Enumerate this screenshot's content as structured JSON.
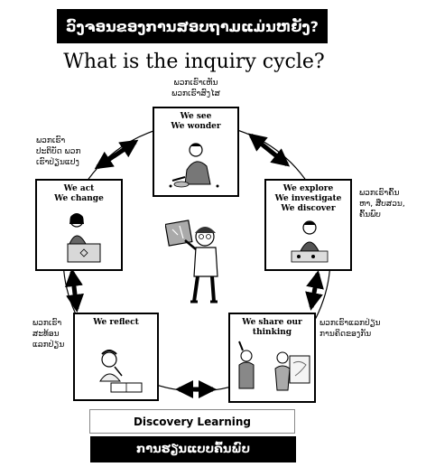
{
  "header": {
    "lao_title": "ວົງຈອນຂອງການສອບຖາມແມ່ນຫຍັງ?",
    "english_title": "What is the inquiry cycle?"
  },
  "stages": [
    {
      "label": "We see\nWe wonder",
      "note": "ພວກເຮົາເຫັນ\nພວກເຮົາສົງໄສ"
    },
    {
      "label": "We explore\nWe investigate\nWe discover",
      "note": "ພວກເຮົາຄົ້ນ\nຫາ, ສືບສວນ,\nຄົ້ນພົບ"
    },
    {
      "label": "We share our\nthinking",
      "note": "ພວກເຮົາແລກປ່ຽນ\nການຄິດຂອງກັນ"
    },
    {
      "label": "We reflect",
      "note": "ພວກເຮົາ\nສະທ້ອນ\nແລກປ່ຽນ"
    },
    {
      "label": "We act\nWe change",
      "note": "ພວກເຮົາ\nປະຕິບັດ ພວກ\nເຮົາປ່ຽນແປງ"
    }
  ],
  "footer": {
    "english": "Discovery Learning",
    "lao": "ການຮຽນແບບຄົ້ນພົບ"
  },
  "colors": {
    "banner_bg": "#000000",
    "banner_text": "#ffffff",
    "line": "#000000"
  }
}
